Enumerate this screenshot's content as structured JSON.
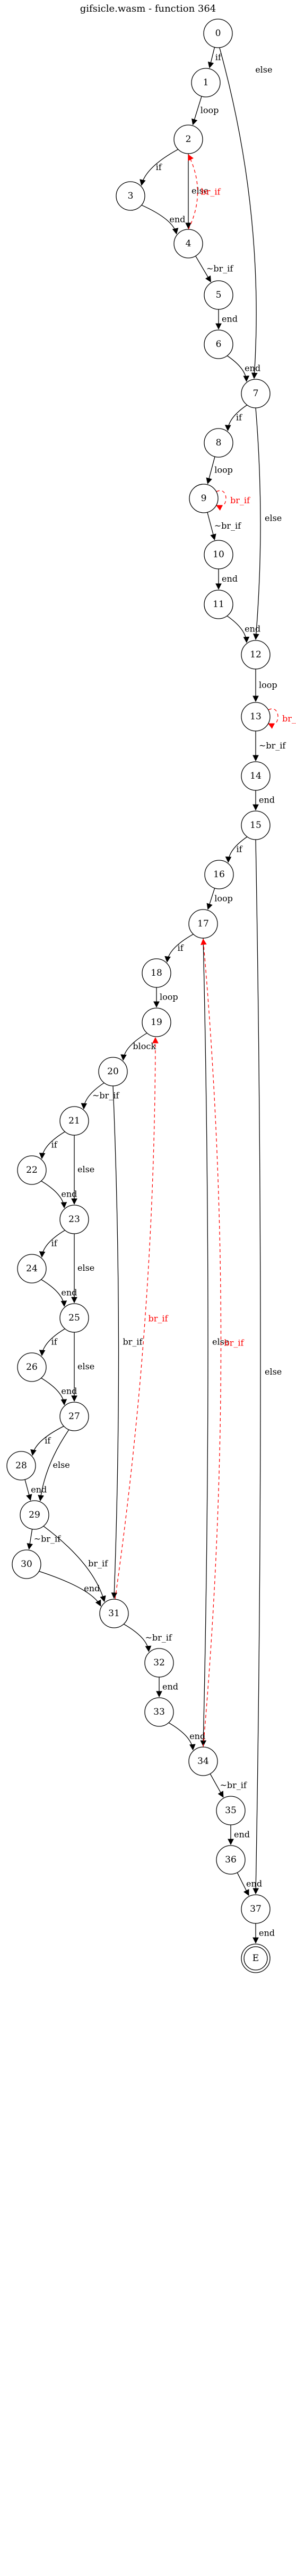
{
  "title": "gifsicle.wasm - function 364",
  "nodes": [
    "0",
    "1",
    "2",
    "3",
    "4",
    "5",
    "6",
    "7",
    "8",
    "9",
    "10",
    "11",
    "12",
    "13",
    "14",
    "15",
    "16",
    "17",
    "18",
    "19",
    "20",
    "21",
    "22",
    "23",
    "24",
    "25",
    "26",
    "27",
    "28",
    "29",
    "30",
    "31",
    "32",
    "33",
    "34",
    "35",
    "36",
    "37",
    "E"
  ],
  "edges": [
    {
      "from": "0",
      "to": "1",
      "label": "if",
      "back": false
    },
    {
      "from": "0",
      "to": "7",
      "label": "else",
      "back": false
    },
    {
      "from": "1",
      "to": "2",
      "label": "loop",
      "back": false
    },
    {
      "from": "2",
      "to": "3",
      "label": "if",
      "back": false
    },
    {
      "from": "2",
      "to": "4",
      "label": "else",
      "back": false
    },
    {
      "from": "3",
      "to": "4",
      "label": "end",
      "back": false
    },
    {
      "from": "4",
      "to": "2",
      "label": "br_if",
      "back": true
    },
    {
      "from": "4",
      "to": "5",
      "label": "~br_if",
      "back": false
    },
    {
      "from": "5",
      "to": "6",
      "label": "end",
      "back": false
    },
    {
      "from": "6",
      "to": "7",
      "label": "end",
      "back": false
    },
    {
      "from": "7",
      "to": "8",
      "label": "if",
      "back": false
    },
    {
      "from": "7",
      "to": "12",
      "label": "else",
      "back": false
    },
    {
      "from": "8",
      "to": "9",
      "label": "loop",
      "back": false
    },
    {
      "from": "9",
      "to": "9",
      "label": "br_if",
      "back": true
    },
    {
      "from": "9",
      "to": "10",
      "label": "~br_if",
      "back": false
    },
    {
      "from": "10",
      "to": "11",
      "label": "end",
      "back": false
    },
    {
      "from": "11",
      "to": "12",
      "label": "end",
      "back": false
    },
    {
      "from": "12",
      "to": "13",
      "label": "loop",
      "back": false
    },
    {
      "from": "13",
      "to": "13",
      "label": "br_if",
      "back": true
    },
    {
      "from": "13",
      "to": "14",
      "label": "~br_if",
      "back": false
    },
    {
      "from": "14",
      "to": "15",
      "label": "end",
      "back": false
    },
    {
      "from": "15",
      "to": "16",
      "label": "if",
      "back": false
    },
    {
      "from": "15",
      "to": "37",
      "label": "else",
      "back": false
    },
    {
      "from": "16",
      "to": "17",
      "label": "loop",
      "back": false
    },
    {
      "from": "17",
      "to": "18",
      "label": "if",
      "back": false
    },
    {
      "from": "17",
      "to": "34",
      "label": "else",
      "back": false
    },
    {
      "from": "18",
      "to": "19",
      "label": "loop",
      "back": false
    },
    {
      "from": "19",
      "to": "20",
      "label": "block",
      "back": false
    },
    {
      "from": "20",
      "to": "21",
      "label": "~br_if",
      "back": false
    },
    {
      "from": "20",
      "to": "31",
      "label": "br_if",
      "back": false
    },
    {
      "from": "21",
      "to": "22",
      "label": "if",
      "back": false
    },
    {
      "from": "21",
      "to": "23",
      "label": "else",
      "back": false
    },
    {
      "from": "22",
      "to": "23",
      "label": "end",
      "back": false
    },
    {
      "from": "23",
      "to": "24",
      "label": "if",
      "back": false
    },
    {
      "from": "23",
      "to": "25",
      "label": "else",
      "back": false
    },
    {
      "from": "24",
      "to": "25",
      "label": "end",
      "back": false
    },
    {
      "from": "25",
      "to": "26",
      "label": "if",
      "back": false
    },
    {
      "from": "25",
      "to": "27",
      "label": "else",
      "back": false
    },
    {
      "from": "26",
      "to": "27",
      "label": "end",
      "back": false
    },
    {
      "from": "27",
      "to": "28",
      "label": "if",
      "back": false
    },
    {
      "from": "27",
      "to": "29",
      "label": "else",
      "back": false
    },
    {
      "from": "28",
      "to": "29",
      "label": "end",
      "back": false
    },
    {
      "from": "29",
      "to": "30",
      "label": "~br_if",
      "back": false
    },
    {
      "from": "29",
      "to": "31",
      "label": "br_if",
      "back": false
    },
    {
      "from": "30",
      "to": "31",
      "label": "end",
      "back": false
    },
    {
      "from": "31",
      "to": "19",
      "label": "br_if",
      "back": true
    },
    {
      "from": "31",
      "to": "32",
      "label": "~br_if",
      "back": false
    },
    {
      "from": "32",
      "to": "33",
      "label": "end",
      "back": false
    },
    {
      "from": "33",
      "to": "34",
      "label": "end",
      "back": false
    },
    {
      "from": "34",
      "to": "17",
      "label": "br_if",
      "back": true
    },
    {
      "from": "34",
      "to": "35",
      "label": "~br_if",
      "back": false
    },
    {
      "from": "35",
      "to": "36",
      "label": "end",
      "back": false
    },
    {
      "from": "36",
      "to": "37",
      "label": "end",
      "back": false
    },
    {
      "from": "37",
      "to": "E",
      "label": "end",
      "back": false
    }
  ],
  "colors": {
    "forward": "#000000",
    "back": "#ff0000"
  }
}
